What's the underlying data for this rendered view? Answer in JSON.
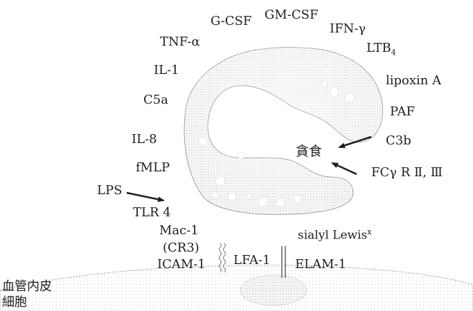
{
  "diagram": {
    "cytokine_labels": {
      "gcsf": "G-CSF",
      "gmcsf": "GM-CSF",
      "ifn": "IFN-γ",
      "tnf": "TNF-α",
      "ltb": "LTB",
      "ltb_sub": "4",
      "il1": "IL-1",
      "lipoxin": "lipoxin A",
      "c5a": "C5a",
      "paf": "PAF",
      "il8": "IL-8",
      "c3b": "C3b",
      "fmlp": "fMLP",
      "fcr": "FCγ R Ⅱ, Ⅲ",
      "lps": "LPS"
    },
    "phagocytosis_label": "貪食",
    "receptor_labels": {
      "tlr4": "TLR 4",
      "mac1": "Mac-1",
      "cr3": "(CR3)",
      "icam1": "ICAM-1",
      "lfa1": "LFA-1",
      "elam1": "ELAM-1",
      "sialyl": "sialyl Lewis",
      "sialyl_sup": "x"
    },
    "endothelium_label": {
      "line1": "血管内皮",
      "line2": "細胞"
    },
    "colors": {
      "text": "#1e1e1e",
      "stipple": "#b4b4b4",
      "outline": "#8c8c8c"
    }
  }
}
